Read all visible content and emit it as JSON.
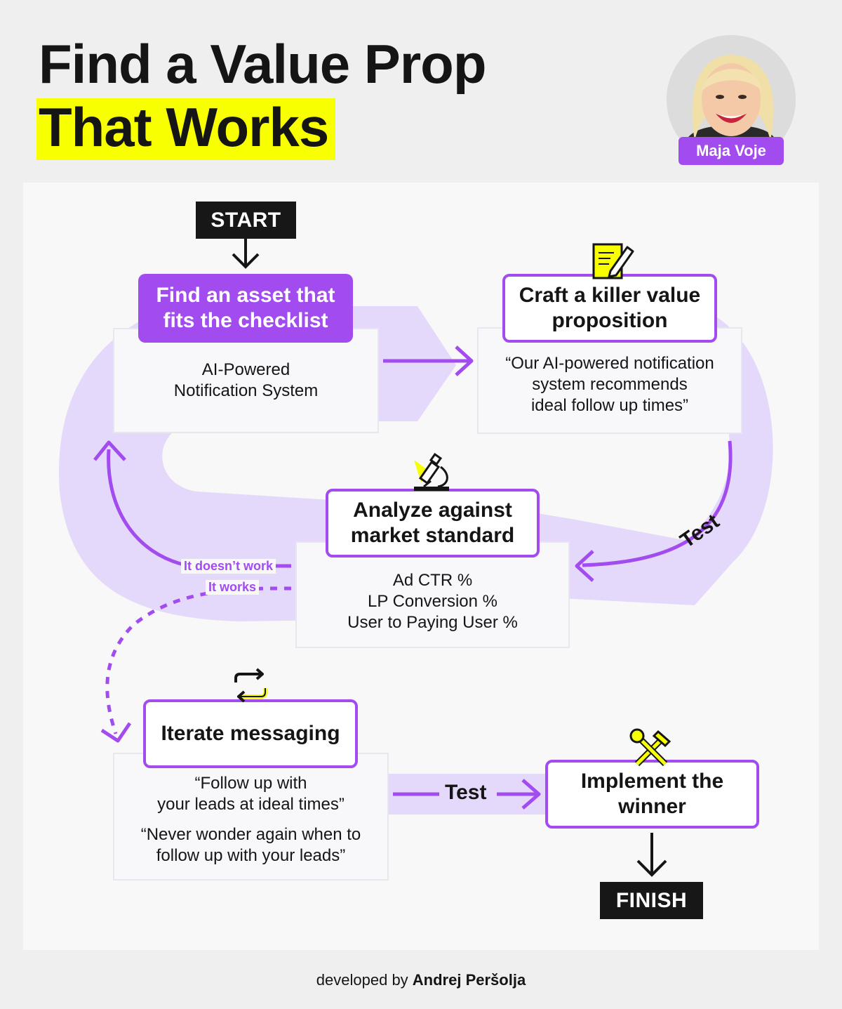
{
  "title": {
    "line1": "Find a Value Prop",
    "line2": "That Works"
  },
  "author": {
    "name": "Maja Voje"
  },
  "flow": {
    "start_label": "START",
    "finish_label": "FINISH",
    "step1": {
      "heading": "Find an asset that fits the checklist",
      "body": [
        "AI-Powered",
        "Notification System"
      ]
    },
    "step2": {
      "heading": "Craft a killer value proposition",
      "body": [
        "“Our AI-powered notification",
        "system recommends",
        "ideal follow up times”"
      ]
    },
    "step3": {
      "heading": "Analyze against market standard",
      "body": [
        "Ad CTR %",
        "LP Conversion %",
        "User to Paying User %"
      ]
    },
    "step4": {
      "heading": "Iterate messaging",
      "body": [
        "“Follow up with",
        "your leads at ideal times”",
        "“Never wonder again when to",
        "follow up with your leads”"
      ]
    },
    "step5": {
      "heading": "Implement the winner"
    },
    "labels": {
      "test_right": "Test",
      "test_bottom": "Test",
      "doesnt_work": "It doesn’t work",
      "works": "It works"
    }
  },
  "footer": {
    "prefix": "developed by",
    "name": "Andrej Peršolja"
  },
  "colors": {
    "accent": "#a24cf0",
    "accent_light": "#e5d9fb",
    "highlight": "#f7ff00",
    "dark": "#171717"
  },
  "icons": [
    "notepad-pencil-icon",
    "microscope-icon",
    "repeat-arrows-icon",
    "wrench-hammer-icon",
    "down-arrow-icon",
    "right-arrow-icon"
  ]
}
